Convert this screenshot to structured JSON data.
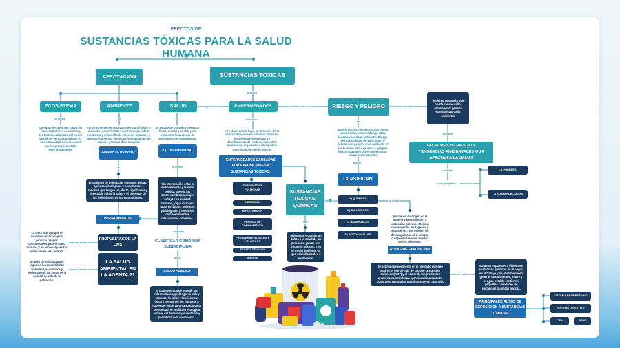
{
  "header": {
    "subtitle": "EFECTOS DE",
    "title": "SUSTANCIAS TÓXICAS PARA LA SALUD HUMANA"
  },
  "branches": {
    "afectacion": "AFECTACIÓN",
    "sustancias": "SUSTANCIAS TÓXICAS"
  },
  "ecosistema": {
    "label": "ECOSISTEMA",
    "link": "se refiere",
    "desc": "Conjunto formado por todos los factores bióticos de un área y los factores abióticos del medio ambiente; en otras palabras, es una comunidad de seres vivos con los procesos vitales interrelacionados."
  },
  "ambiente": {
    "label": "AMBIENTE",
    "link": "es",
    "desc": "conjunto de elementos naturales y artificiales o inducidos por el hombre que hacen posible la existencia y desarrollo de los seres humanos y demás organismos vivos que interactúan en un espacio y tiempo determinados.",
    "humano": "AMBIENTE HUMANO",
    "humano_link": "es",
    "humano_desc": "El conjunto de influencias externas, físicas, químicas, biológicas y sociales que tendrían que tengan un efecto significante y detectable sobre la salud y el bienestar de los individuos o de las comunidades.",
    "instrumentos": "INSTRUMENTOS",
    "oms": "PROPUESTAS DE LA OMS",
    "oms_link": "se refiere",
    "oms_desc": "La OMS subraya que el cambio climático rápido propicia riesgos considerables para la salud humana y en especial para las poblaciones más pobres.",
    "agenda": "LA SALUD AMBIENTAL EN LA AGENTA 21",
    "agenda_link": "se refiere",
    "agenda_desc": "un plan de acción para el logro de la sostenibilidad ambiental, económica y sociocultural, así como de la calidad de vida de la población."
  },
  "salud": {
    "label": "SALUD",
    "link": "es",
    "desc": "un estado de completo bienestar físico, mental y social, y no solamente la ausencia de afecciones o enfermedades.",
    "ambiental": "SALUD AMBIENTAL",
    "ambiental_link": "se refiere",
    "ambiental_desc": "A la intersección entre el medioambiente y la salud pública, aborda los factores ambientales que influyen en la salud humana, y que incluyen factores físicos, químicos y biológicos, y todos los comportamientos relacionados con estos.",
    "puede": "se puede",
    "clasificar": "CLASIFICAR COMO UNA SUBDICIPLINA",
    "de_la": "de la",
    "publica": "SALUD PÚBLICA",
    "publica_desc": "la cual se ocupa de impedir las enfermedades, prolongar la vida y fomentar la salud y la eficiencia física y mental del ser humano, a través del esfuerzo organizado de la comunidad, el equilibrio ecológico entre el ser humano y su entorno y permitir la vida en armonía.",
    "provoca": "provoca"
  },
  "enfermedades": {
    "label": "ENFERMEDADES",
    "provoca": "provoca",
    "link": "se refiere",
    "desc": "Al estado donde haya un deterioro de la salud del organismo humano. Todas las enfermedades implican un debilitamiento del sistema natural de defensa del organismo o de aquellos que regulan el medio interno.",
    "relaciona": "se relaciona con",
    "causadas": "ENFERMEDADES CAUSADAS POR EXPOSICIONES A SUSTANCIAS TOXICAS:",
    "list": [
      "ENFERMEDAD PULMONAR",
      "LEUCEMIA",
      "HIPERTENSIÓN",
      "PERDIDA DE CONOCIMIENTO",
      "PROBLEMAS RENALES Y HEPÁTICOS",
      "ESTADO DE COMA",
      "MUERTE"
    ]
  },
  "quimicas": {
    "label": "SUSTANCIAS TOXICAS/ QUÍMICAS",
    "link": "son",
    "desc": "peligrosas y ocasionan daños a la salud de las personas, ya que son irritantes, tóxicas, y en el medio ambiente ya que son inflamables o explosivos."
  },
  "riesgo": {
    "label": "RIESGO Y PELIGRO",
    "link": "es",
    "desc": "aquella acción o sustancia que puede causar daño, enfermedad, pérdida económica o daño ambiental. Riesgo es la posibilidad de sufrir daño o debido a un peligro, en el ambiente el ser humano está expuesto a peligros físicos causados por el mismo o por situaciones naturales",
    "aquella": "es aquella",
    "aquella_desc": "acción o sustancia que puede causar daño, enfermedad, pérdida económica o daño ambiental.",
    "que_se": "que se",
    "clasifican": "CLASIFICAN",
    "list": [
      "A) QUÍMICOS",
      "B) BIOLÓGICOS",
      "C) BIOSOCIALES",
      "D) PSICOSOCIALES"
    ],
    "q_link": "se refiere",
    "q_desc": "que tienen su origen en el manejo y la exposición a sustancias químicas tóxicas, cancerígenos, mutágenos y teratógenos, que pueden ser descargadas al aire, al agua o depositadas en el suelo o en los alimentos."
  },
  "factores": {
    "provoca": "provoca",
    "label": "FACTORES DE RIESGO Y TENDENCIAS AMBIENTALES QUE AFECTAN A LA SALUD",
    "link": "se refiere",
    "principales": "Los principales:",
    "son": "son",
    "list": [
      "LA POBREZA",
      "LA SOBREPOBLACIÓN"
    ]
  },
  "rutas": {
    "label": "RUTAS DE EXPOSICIÓN",
    "desc": "Se estima que solamente en el mercado europeo está en el uso de más de 100,000 sustancias químicas (2007) y el sector de los productos químicos se introducen aproximadamente entre 200 y 1000 sustancias químicas nuevas cada año.",
    "por_eso": "por eso",
    "expuestos": "Estamos expuestos a diferentes sustancias químicas en el hogar, en el trabajo y en el ambiente en general. Los alimentos, el aire y el agua potable contienen pequeñas cantidades de sustancias químicas tóxicas.",
    "principales": "PRINCIPALES RUTAS DE EXPOSICIÓN A SUSTANCIAS TÓXICAS",
    "son": "son",
    "list": [
      "SISTEMA RESPIRATORIO",
      "SISTEMA DIGESTIVO",
      "PIEL",
      "OJOS"
    ]
  },
  "colors": {
    "teal": "#2aa0ae",
    "navy": "#1b3b5e",
    "blue": "#1f6db1"
  }
}
